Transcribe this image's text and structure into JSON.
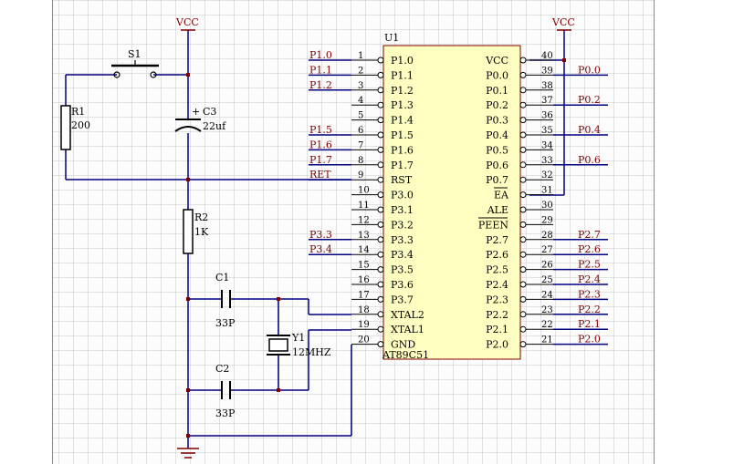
{
  "colors": {
    "grid": "#c8c8c8",
    "sheet": "#fcfcfc",
    "wire": "#000080",
    "pin": "#000000",
    "netlabel": "#800000",
    "junction": "#800000",
    "power": "#800000",
    "chip_fill": "#ffffc2",
    "chip_stroke": "#800000"
  },
  "chip": {
    "designator": "U1",
    "part": "AT89C51",
    "left_pins": [
      {
        "num": "1",
        "name": "P1.0",
        "net": "P1.0"
      },
      {
        "num": "2",
        "name": "P1.1",
        "net": "P1.1"
      },
      {
        "num": "3",
        "name": "P1.2",
        "net": "P1.2"
      },
      {
        "num": "4",
        "name": "P1.3",
        "net": ""
      },
      {
        "num": "5",
        "name": "P1.4",
        "net": ""
      },
      {
        "num": "6",
        "name": "P1.5",
        "net": "P1.5"
      },
      {
        "num": "7",
        "name": "P1.6",
        "net": "P1.6"
      },
      {
        "num": "8",
        "name": "P1.7",
        "net": "P1.7"
      },
      {
        "num": "9",
        "name": "RST",
        "net": "RET"
      },
      {
        "num": "10",
        "name": "P3.0",
        "net": ""
      },
      {
        "num": "11",
        "name": "P3.1",
        "net": ""
      },
      {
        "num": "12",
        "name": "P3.2",
        "net": ""
      },
      {
        "num": "13",
        "name": "P3.3",
        "net": "P3.3"
      },
      {
        "num": "14",
        "name": "P3.4",
        "net": "P3.4"
      },
      {
        "num": "15",
        "name": "P3.5",
        "net": ""
      },
      {
        "num": "16",
        "name": "P3.6",
        "net": ""
      },
      {
        "num": "17",
        "name": "P3.7",
        "net": ""
      },
      {
        "num": "18",
        "name": "XTAL2",
        "net": ""
      },
      {
        "num": "19",
        "name": "XTAL1",
        "net": ""
      },
      {
        "num": "20",
        "name": "GND",
        "net": ""
      }
    ],
    "right_pins": [
      {
        "num": "40",
        "name": "VCC",
        "net": ""
      },
      {
        "num": "39",
        "name": "P0.0",
        "net": "P0.0"
      },
      {
        "num": "38",
        "name": "P0.1",
        "net": ""
      },
      {
        "num": "37",
        "name": "P0.2",
        "net": "P0.2"
      },
      {
        "num": "36",
        "name": "P0.3",
        "net": ""
      },
      {
        "num": "35",
        "name": "P0.4",
        "net": "P0.4"
      },
      {
        "num": "34",
        "name": "P0.5",
        "net": ""
      },
      {
        "num": "33",
        "name": "P0.6",
        "net": "P0.6"
      },
      {
        "num": "32",
        "name": "P0.7",
        "net": ""
      },
      {
        "num": "31",
        "name": "EA",
        "net": ""
      },
      {
        "num": "30",
        "name": "ALE",
        "net": ""
      },
      {
        "num": "29",
        "name": "PEEN",
        "net": ""
      },
      {
        "num": "28",
        "name": "P2.7",
        "net": "P2.7"
      },
      {
        "num": "27",
        "name": "P2.6",
        "net": "P2.6"
      },
      {
        "num": "26",
        "name": "P2.5",
        "net": "P2.5"
      },
      {
        "num": "25",
        "name": "P2.4",
        "net": "P2.4"
      },
      {
        "num": "24",
        "name": "P2.3",
        "net": "P2.3"
      },
      {
        "num": "23",
        "name": "P2.2",
        "net": "P2.2"
      },
      {
        "num": "22",
        "name": "P2.1",
        "net": "P2.1"
      },
      {
        "num": "21",
        "name": "P2.0",
        "net": "P2.0"
      }
    ]
  },
  "components": {
    "vcc_left": "VCC",
    "vcc_right": "VCC",
    "s1": "S1",
    "r1_ref": "R1",
    "r1_val": "200",
    "c3_ref": "C3",
    "c3_val": "22uf",
    "c3_plus": "+",
    "r2_ref": "R2",
    "r2_val": "1K",
    "c1_ref": "C1",
    "c1_val": "33P",
    "c2_ref": "C2",
    "c2_val": "33P",
    "y1_ref": "Y1",
    "y1_val": "12MHZ"
  }
}
